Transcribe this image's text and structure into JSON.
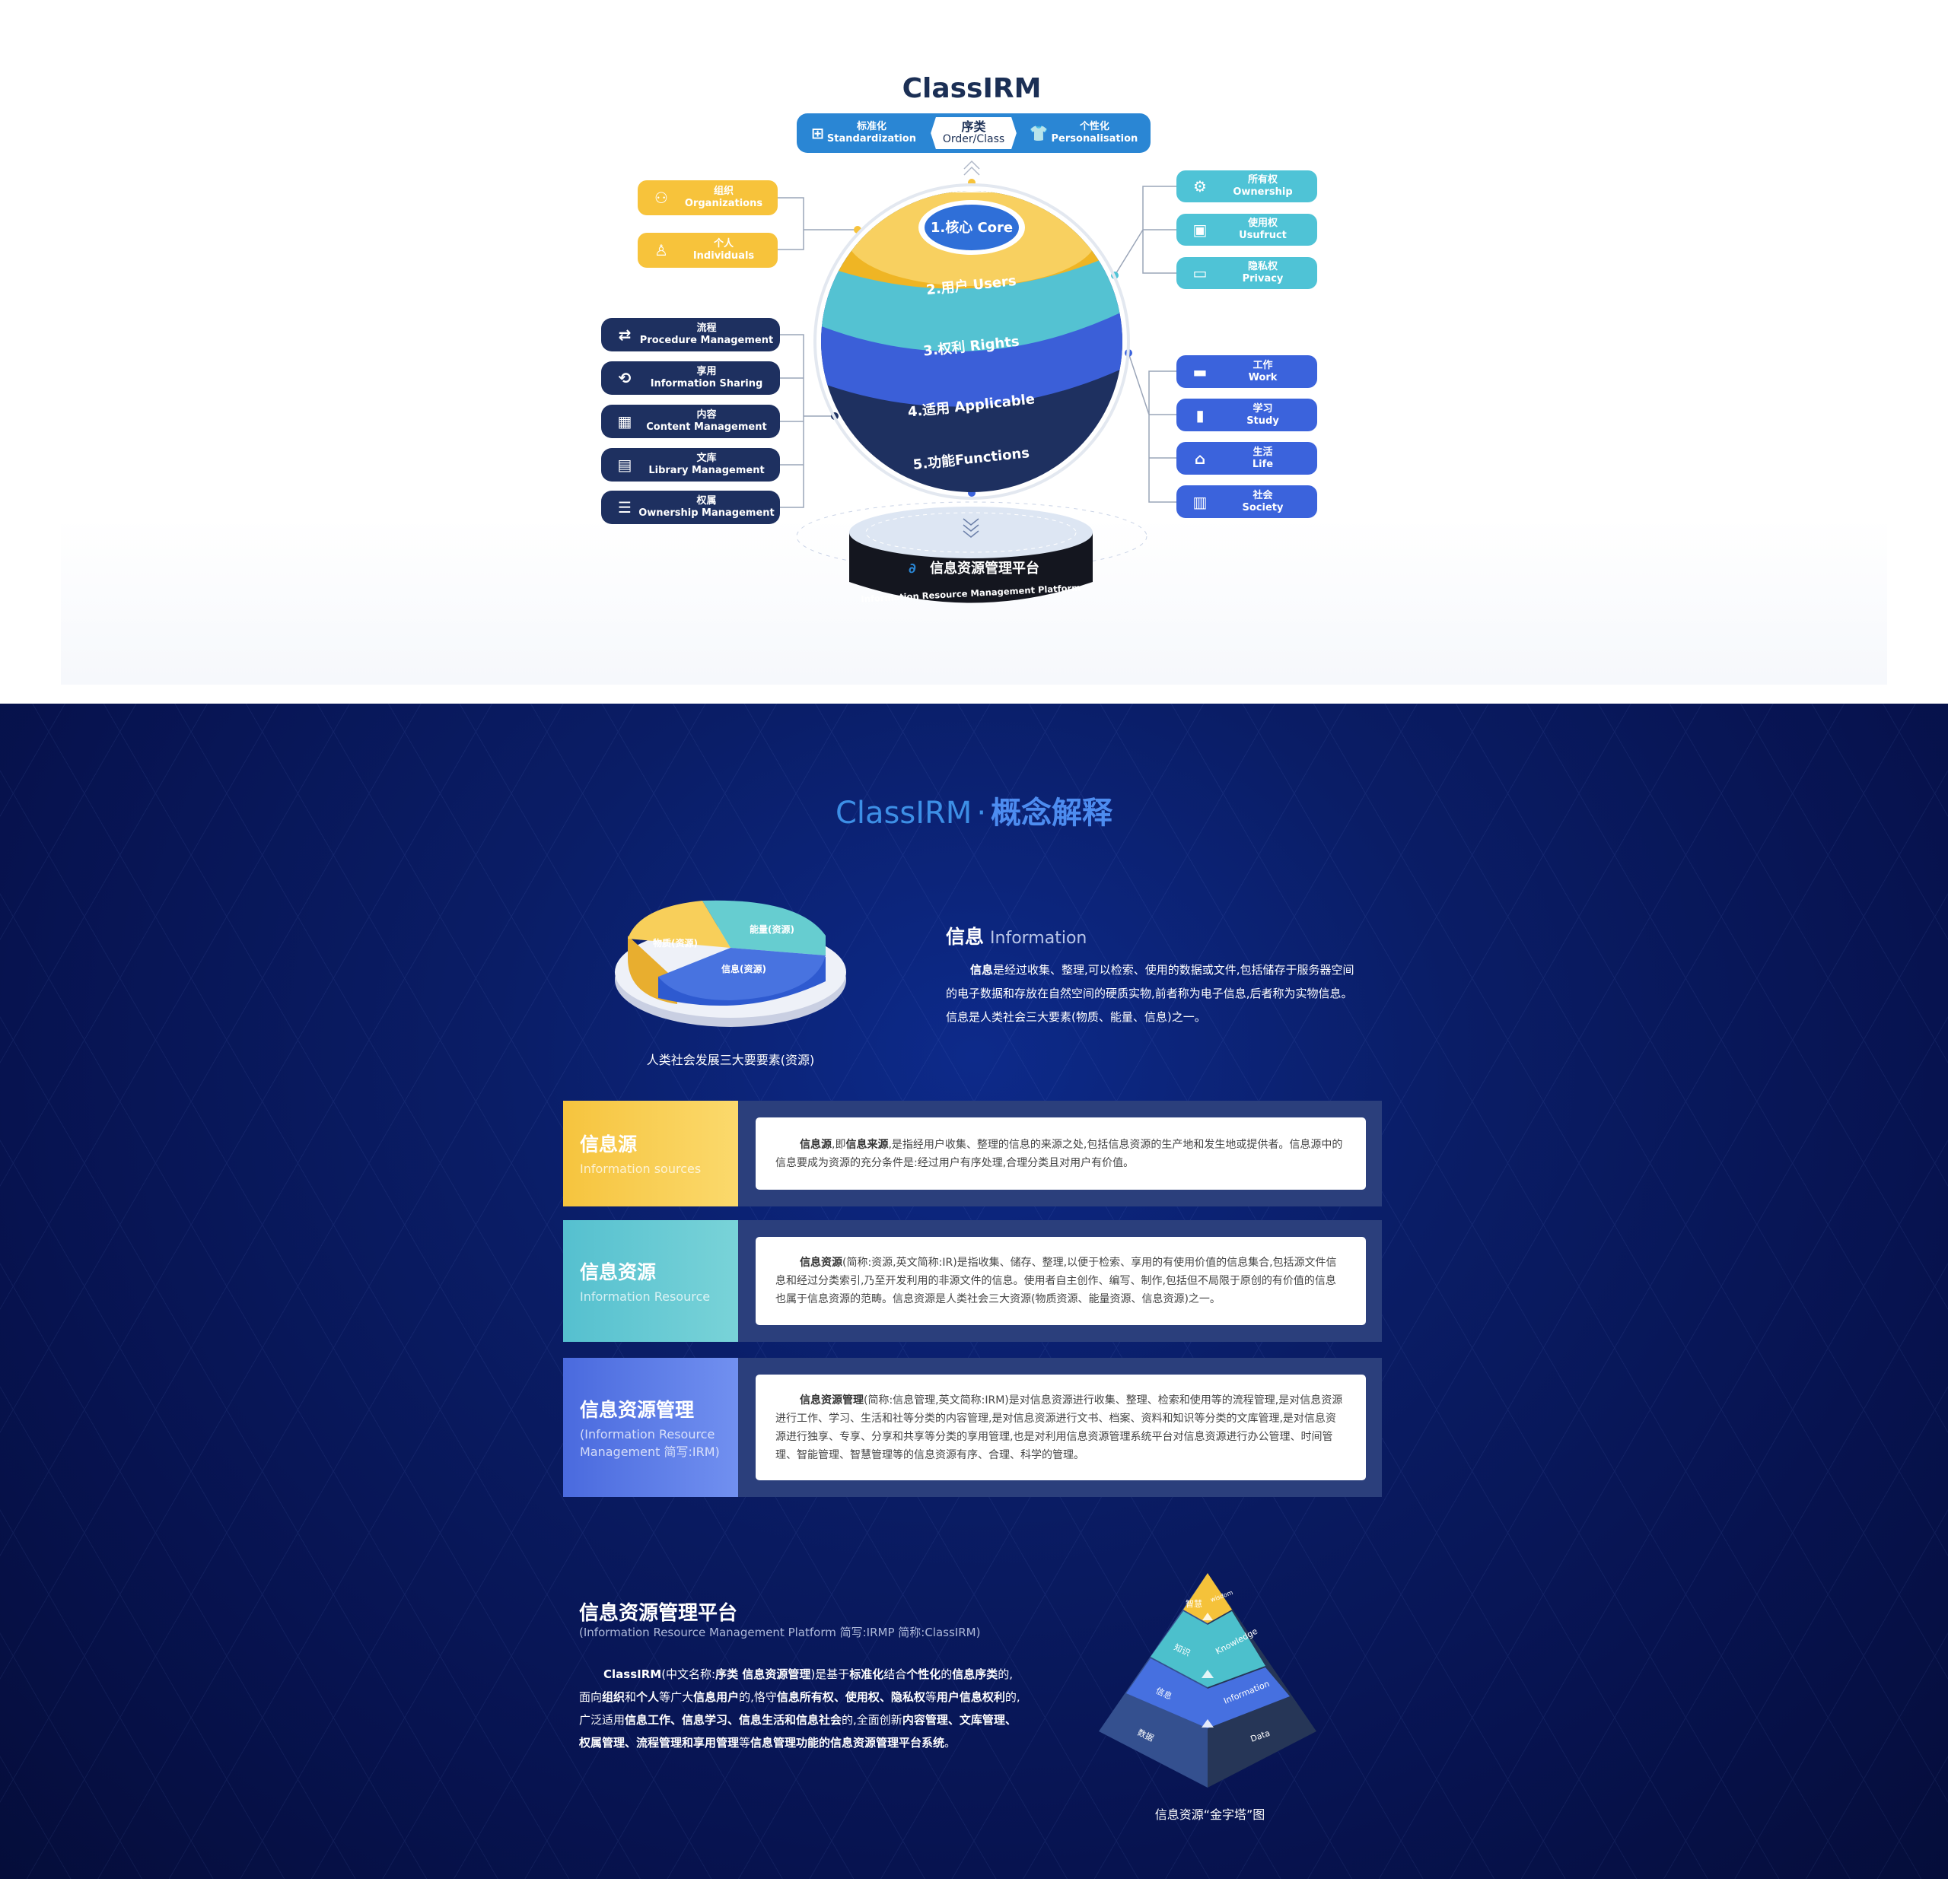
{
  "top": {
    "title": "ClassIRM",
    "pill": [
      {
        "zh": "标准化",
        "en": "Standardization",
        "icon": "grid-icon"
      },
      {
        "zh": "序类",
        "en": "Order/Class",
        "icon": ""
      },
      {
        "zh": "个性化",
        "en": "Personalisation",
        "icon": "shirt-icon"
      }
    ],
    "users": [
      {
        "zh": "组织",
        "en": "Organizations",
        "icon": "group-icon"
      },
      {
        "zh": "个人",
        "en": "Individuals",
        "icon": "person-icon"
      }
    ],
    "functions": [
      {
        "zh": "流程",
        "en": "Procedure Management",
        "icon": "flow-icon"
      },
      {
        "zh": "享用",
        "en": "Information Sharing",
        "icon": "share-icon"
      },
      {
        "zh": "内容",
        "en": "Content Management",
        "icon": "blocks-icon"
      },
      {
        "zh": "文库",
        "en": "Library Management",
        "icon": "library-icon"
      },
      {
        "zh": "权属",
        "en": "Ownership Management",
        "icon": "document-icon"
      }
    ],
    "rights": [
      {
        "zh": "所有权",
        "en": "Ownership",
        "icon": "ownership-icon"
      },
      {
        "zh": "使用权",
        "en": "Usufruct",
        "icon": "monitor-icon"
      },
      {
        "zh": "隐私权",
        "en": "Privacy",
        "icon": "id-card-icon"
      }
    ],
    "applicable": [
      {
        "zh": "工作",
        "en": "Work",
        "icon": "computer-icon"
      },
      {
        "zh": "学习",
        "en": "Study",
        "icon": "book-icon"
      },
      {
        "zh": "生活",
        "en": "Life",
        "icon": "home-icon"
      },
      {
        "zh": "社会",
        "en": "Society",
        "icon": "building-icon"
      }
    ],
    "layers": [
      "1.核心 Core",
      "2.用户 Users",
      "3.权利 Rights",
      "4.适用 Applicable",
      "5.功能Functions"
    ],
    "platform": {
      "zh": "信息资源管理平台",
      "en": "Information Resource Management Platform"
    },
    "colors": {
      "yellow": "#f7c33b",
      "teal": "#4fc3d6",
      "blue": "#3b63dc",
      "navy": "#1e3060",
      "brand": "#2a86d4"
    }
  },
  "concept": {
    "title_en": "ClassIRM",
    "title_sep": "·",
    "title_zh": "概念解释",
    "pie_labels": [
      "物质(资源)",
      "能量(资源)",
      "信息(资源)"
    ],
    "pie_caption": "人类社会发展三大要要素(资源)",
    "info_title": "信息",
    "info_title_en": "Information",
    "info_bold": "信息",
    "info_text": "是经过收集、整理,可以检索、使用的数据或文件,包括储存于服务器空间的电子数据和存放在自然空间的硬质实物,前者称为电子信息,后者称为实物信息。信息是人类社会三大要素(物质、能量、信息)之一。",
    "cards": [
      {
        "title": "信息源",
        "subtitle": "Information sources",
        "bold": "信息源",
        "text1": ",即",
        "bold2": "信息来源",
        "text2": ",是指经用户收集、整理的信息的来源之处,包括信息资源的生产地和发生地或提供者。信息源中的信息要成为资源的充分条件是:经过用户有序处理,合理分类且对用户有价值。"
      },
      {
        "title": "信息资源",
        "subtitle": "Information Resource",
        "bold": "信息资源",
        "text1": "(简称:资源,英文简称:IR)是指收集、储存、整理,以便于检索、享用的有使用价值的信息集合,包括源文件信息和经过分类索引,乃至开发利用的非源文件的信息。使用者自主创作、编写、制作,包括但不局限于原创的有价值的信息也属于信息资源的范畴。信息资源是人类社会三大资源(物质资源、能量资源、信息资源)之一。",
        "bold2": "",
        "text2": ""
      },
      {
        "title": "信息资源管理",
        "subtitle": "(Information Resource Management 简写:IRM)",
        "bold": "信息资源管理",
        "text1": "(简称:信息管理,英文简称:IRM)是对信息资源进行收集、整理、检索和使用等的流程管理,是对信息资源进行工作、学习、生活和社等分类的内容管理,是对信息资源进行文书、档案、资料和知识等分类的文库管理,是对信息资源进行独享、专享、分享和共享等分类的享用管理,也是对利用信息资源管理系统平台对信息资源进行办公管理、时间管理、智能管理、智慧管理等的信息资源有序、合理、科学的管理。",
        "bold2": "",
        "text2": ""
      }
    ]
  },
  "platform": {
    "title": "信息资源管理平台",
    "subtitle": "(Information Resource Management Platform 简写:IRMP 简称:ClassIRM)",
    "segments": [
      {
        "b": "ClassIRM"
      },
      {
        "t": "(中文名称:"
      },
      {
        "b": "序类 信息资源管理"
      },
      {
        "t": ")是基于"
      },
      {
        "b": "标准化"
      },
      {
        "t": "结合"
      },
      {
        "b": "个性化"
      },
      {
        "t": "的"
      },
      {
        "b": "信息序类"
      },
      {
        "t": "的,面向"
      },
      {
        "b": "组织"
      },
      {
        "t": "和"
      },
      {
        "b": "个人"
      },
      {
        "t": "等广大"
      },
      {
        "b": "信息用户"
      },
      {
        "t": "的,恪守"
      },
      {
        "b": "信息所有权、使用权、隐私权"
      },
      {
        "t": "等"
      },
      {
        "b": "用户信息权利"
      },
      {
        "t": "的,广泛适用"
      },
      {
        "b": "信息工作、信息学习、信息生活和信息社会"
      },
      {
        "t": "的,全面创新"
      },
      {
        "b": "内容管理、文库管理、权属管理、流程管理和享用管理"
      },
      {
        "t": "等"
      },
      {
        "b": "信息管理功能的信息资源管理平台系统"
      },
      {
        "t": "。"
      }
    ],
    "pyramid": [
      {
        "zh": "智慧",
        "en": "wisdom",
        "color": "#f5c23a"
      },
      {
        "zh": "知识",
        "en": "Knowledge",
        "color": "#4cc0cc"
      },
      {
        "zh": "信息",
        "en": "Information",
        "color": "#4670e0"
      },
      {
        "zh": "数据",
        "en": "Data",
        "color": "#2b3f78"
      }
    ],
    "pyramid_caption": "信息资源“金字塔”图"
  }
}
